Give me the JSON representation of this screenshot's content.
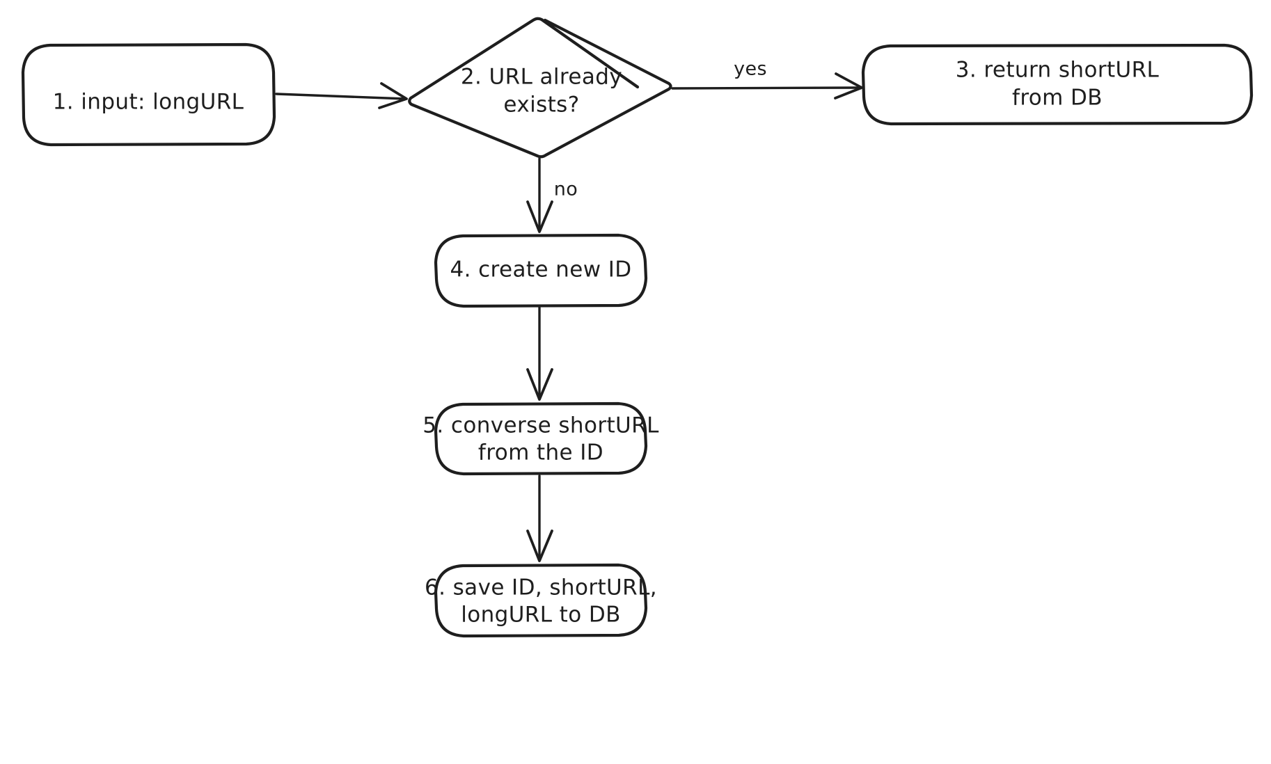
{
  "diagram": {
    "title": "URL shortener flowchart",
    "style": "hand-drawn",
    "background_color": "#ffffff",
    "stroke_color": "#1e1e1e",
    "nodes": [
      {
        "id": "n1",
        "shape": "rounded-rectangle",
        "lines": [
          "1. input: longURL"
        ]
      },
      {
        "id": "n2",
        "shape": "diamond",
        "lines": [
          "2. URL already",
          "exists?"
        ]
      },
      {
        "id": "n3",
        "shape": "rounded-rectangle",
        "lines": [
          "3. return shortURL",
          "from DB"
        ]
      },
      {
        "id": "n4",
        "shape": "rounded-rectangle",
        "lines": [
          "4. create new ID"
        ]
      },
      {
        "id": "n5",
        "shape": "rounded-rectangle",
        "lines": [
          "5. converse shortURL",
          "from the ID"
        ]
      },
      {
        "id": "n6",
        "shape": "rounded-rectangle",
        "lines": [
          "6. save ID, shortURL,",
          "longURL to DB"
        ]
      }
    ],
    "edges": [
      {
        "id": "e1",
        "from": "n1",
        "to": "n2",
        "label": ""
      },
      {
        "id": "e2",
        "from": "n2",
        "to": "n3",
        "label": "yes"
      },
      {
        "id": "e3",
        "from": "n2",
        "to": "n4",
        "label": "no"
      },
      {
        "id": "e4",
        "from": "n4",
        "to": "n5",
        "label": ""
      },
      {
        "id": "e5",
        "from": "n5",
        "to": "n6",
        "label": ""
      }
    ]
  }
}
